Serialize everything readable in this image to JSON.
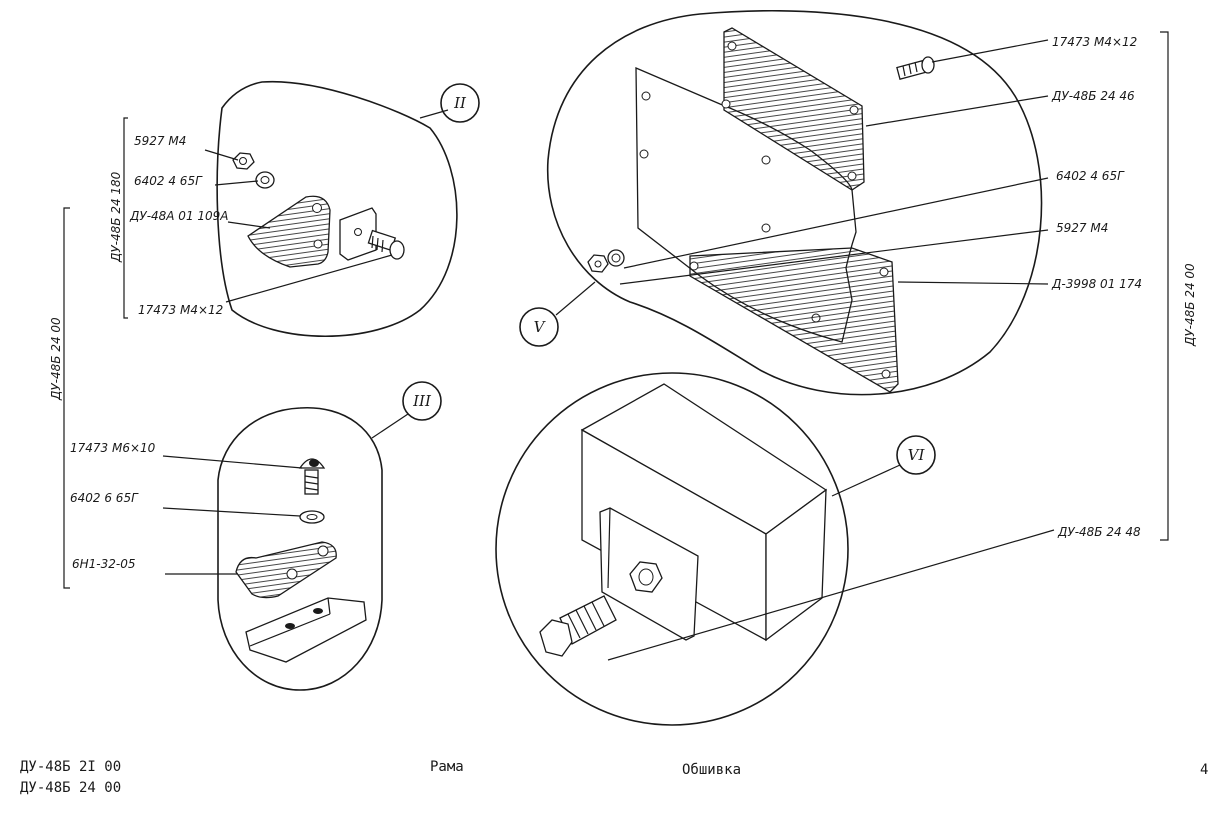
{
  "views": {
    "II": {
      "numeral": "II",
      "labels": [
        "5927 М4",
        "6402 4 65Г",
        "ДУ-48А 01 109А",
        "17473 М4×12"
      ],
      "assembly": "ДУ-48Б 24 180"
    },
    "III": {
      "numeral": "III",
      "labels": [
        "17473 М6×10",
        "6402 6 65Г",
        "6Н1-32-05"
      ]
    },
    "V": {
      "numeral": "V",
      "labels": [
        "17473 М4×12",
        "ДУ-48Б 24 46",
        "6402 4 65Г",
        "5927 М4",
        "Д-3998 01 174"
      ],
      "assembly": "ДУ-48Б 24 00"
    },
    "VI": {
      "numeral": "VI",
      "labels": [
        "ДУ-48Б 24 48"
      ]
    }
  },
  "left_assembly": "ДУ-48Б 24 00",
  "footer": {
    "doc_codes": [
      "ДУ-48Б 2I 00",
      "ДУ-48Б 24 00"
    ],
    "section_left": "Рама",
    "section_right": "Обшивка",
    "page_number": "4"
  }
}
